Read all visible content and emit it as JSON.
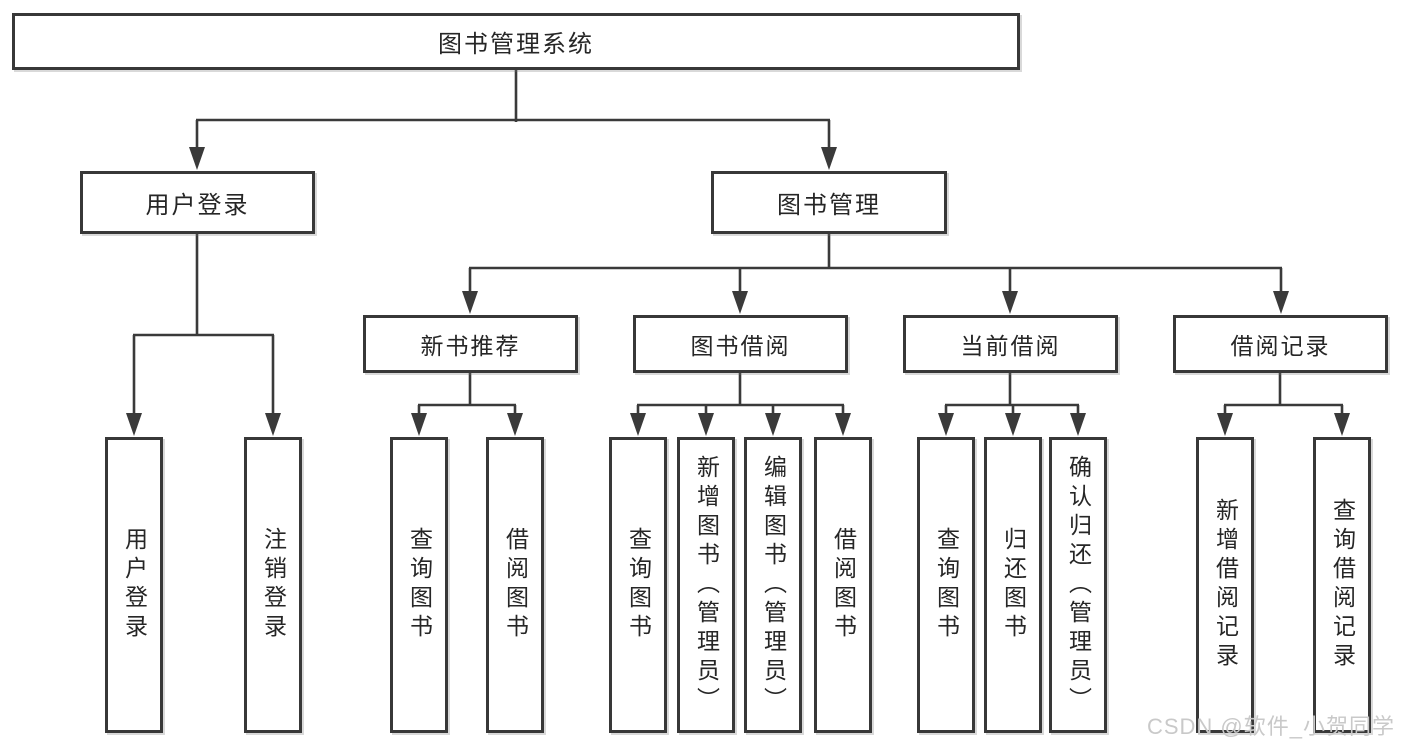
{
  "diagram": {
    "title": "图书管理系统",
    "watermark": "CSDN @软件_小贺同学",
    "colors": {
      "line": "#3a3a3a",
      "text": "#262626",
      "watermark": "#c9c9c9",
      "background": "#ffffff"
    },
    "user_login": {
      "label": "用户登录",
      "children": [
        {
          "label": "用户登录"
        },
        {
          "label": "注销登录"
        }
      ]
    },
    "book_mgmt": {
      "label": "图书管理",
      "sections": [
        {
          "label": "新书推荐",
          "children": [
            {
              "label": "查询图书"
            },
            {
              "label": "借阅图书"
            }
          ]
        },
        {
          "label": "图书借阅",
          "children": [
            {
              "label": "查询图书"
            },
            {
              "label": "新增图书（管理员）"
            },
            {
              "label": "编辑图书（管理员）"
            },
            {
              "label": "借阅图书"
            }
          ]
        },
        {
          "label": "当前借阅",
          "children": [
            {
              "label": "查询图书"
            },
            {
              "label": "归还图书"
            },
            {
              "label": "确认归还（管理员）"
            }
          ]
        },
        {
          "label": "借阅记录",
          "children": [
            {
              "label": "新增借阅记录"
            },
            {
              "label": "查询借阅记录"
            }
          ]
        }
      ]
    }
  }
}
